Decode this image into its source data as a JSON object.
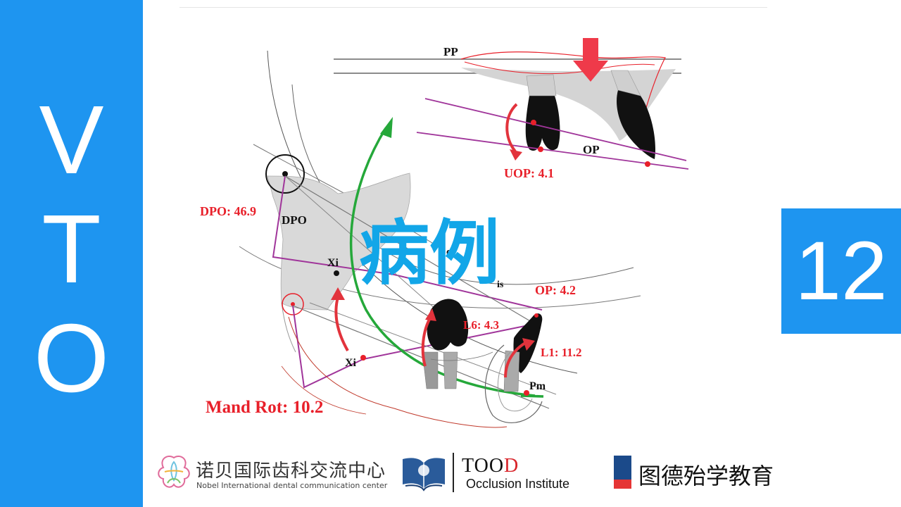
{
  "sidebar": {
    "letters": [
      "V",
      "T",
      "O"
    ]
  },
  "badge": {
    "number": "12"
  },
  "overlay": {
    "title": "病例"
  },
  "diagram": {
    "labels": {
      "pp": "PP",
      "op": "OP",
      "uop": "UOP: 4.1",
      "dpo_value": "DPO: 46.9",
      "dpo": "DPO",
      "xi_top": "Xi",
      "xi_bottom": "Xi",
      "lop": "OP: 4.2",
      "l6": "L6: 4.3",
      "l1": "L1: 11.2",
      "pm": "Pm",
      "mand_rot": "Mand Rot: 10.2",
      "fragment_c": "c",
      "fragment_is": "is"
    },
    "colors": {
      "red_label": "#e8202a",
      "purple_line": "#a0359a",
      "green_arrow": "#25a83a",
      "bone_fill": "#d9d9d9",
      "arrow_red": "#e2333c"
    }
  },
  "footer": {
    "nobel_cn": "诺贝国际齿科交流中心",
    "nobel_en": "Nobel International dental communication center",
    "tood_prefix": "TOO",
    "tood_suffix": "D",
    "tood_sub": "Occlusion Institute",
    "tude": "图德殆学教育"
  }
}
